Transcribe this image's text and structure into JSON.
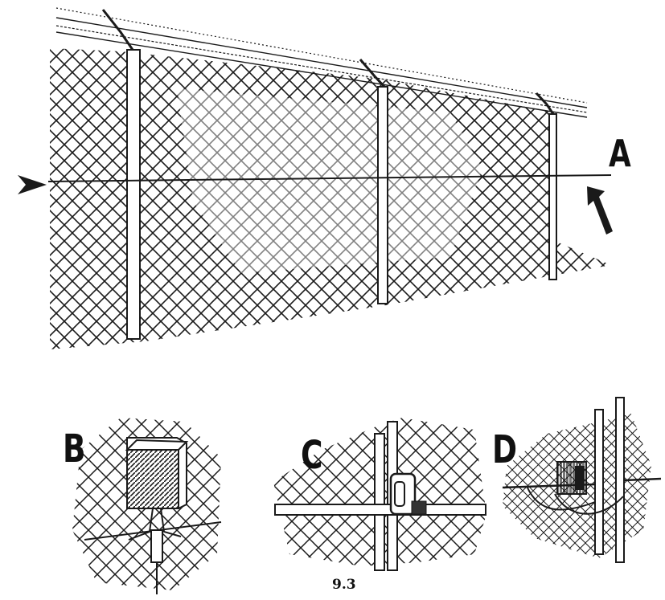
{
  "labels": {
    "a": "A",
    "b": "B",
    "c": "C",
    "d": "D"
  },
  "figure_number": "9.3",
  "colors": {
    "ink": "#1a1a1a",
    "paper": "#ffffff"
  }
}
